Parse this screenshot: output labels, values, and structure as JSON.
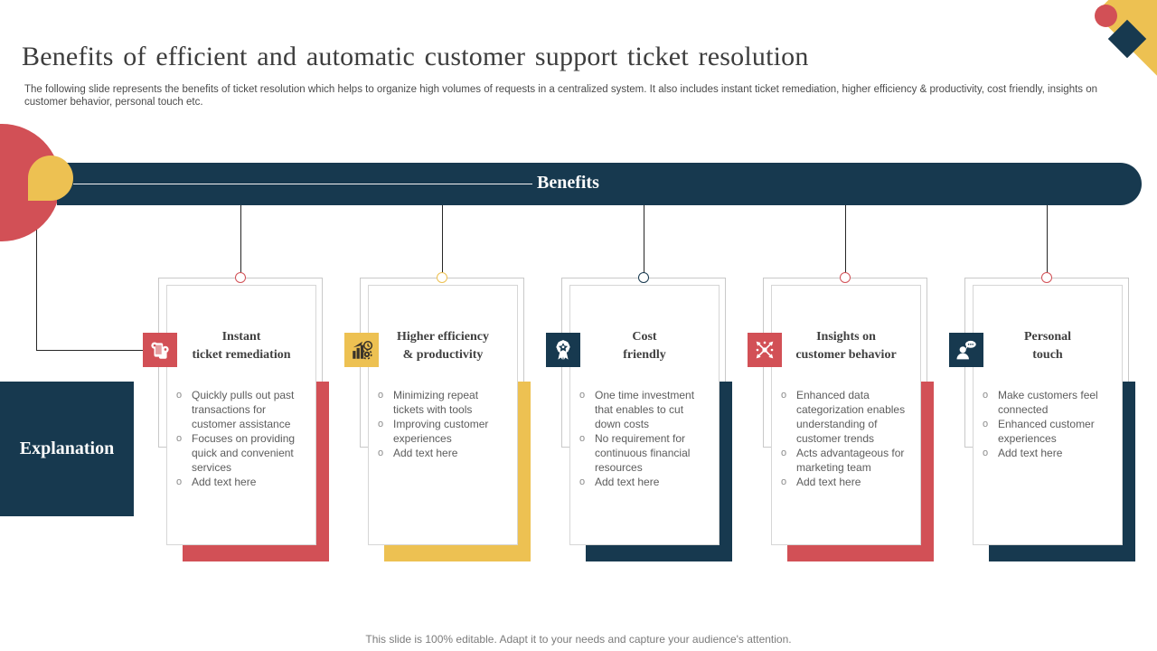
{
  "slide": {
    "title": "Benefits of efficient and automatic customer support ticket resolution",
    "subtitle": "The following slide represents the benefits of ticket resolution which helps to organize high volumes of requests in a centralized system. It also includes instant ticket remediation, higher efficiency & productivity,  cost friendly,  insights on customer behavior, personal touch etc.",
    "banner": {
      "label": "Benefits"
    },
    "explanation": {
      "label": "Explanation"
    },
    "bullet_marker": "o",
    "footer": "This slide is 100% editable. Adapt it to your needs and capture your audience's attention."
  },
  "colors": {
    "navy": "#17394f",
    "red": "#d25056",
    "yellow": "#edc152"
  },
  "cards": [
    {
      "id": "instant-ticket-remediation",
      "icon": "phones-chat-icon",
      "accent": "red",
      "connector": "red",
      "title_lines": [
        "Instant",
        "ticket remediation"
      ],
      "bullets": [
        "Quickly pulls out past transactions for customer assistance",
        "Focuses on providing quick and convenient services",
        "Add text here"
      ]
    },
    {
      "id": "higher-efficiency-productivity",
      "icon": "growth-chart-gear-icon",
      "accent": "yellow",
      "connector": "yellow",
      "title_lines": [
        "Higher efficiency",
        "& productivity"
      ],
      "bullets": [
        "Minimizing repeat tickets with tools",
        "Improving customer experiences",
        "Add text here"
      ]
    },
    {
      "id": "cost-friendly",
      "icon": "award-ribbon-icon",
      "accent": "navy",
      "connector": "navy",
      "title_lines": [
        "Cost",
        "friendly"
      ],
      "bullets": [
        "One time investment that enables to cut down costs",
        "No requirement for continuous financial resources",
        "Add text here"
      ]
    },
    {
      "id": "insights-customer-behavior",
      "icon": "network-arrows-icon",
      "accent": "red",
      "connector": "red",
      "title_lines": [
        "Insights on",
        "customer behavior"
      ],
      "bullets": [
        "Enhanced data categorization enables understanding of customer trends",
        "Acts advantageous for marketing team",
        "Add text here"
      ]
    },
    {
      "id": "personal-touch",
      "icon": "person-chat-icon",
      "accent": "navy",
      "connector": "red",
      "title_lines": [
        "Personal",
        "touch"
      ],
      "bullets": [
        "Make customers feel connected",
        "Enhanced customer experiences",
        "Add text here"
      ]
    }
  ]
}
